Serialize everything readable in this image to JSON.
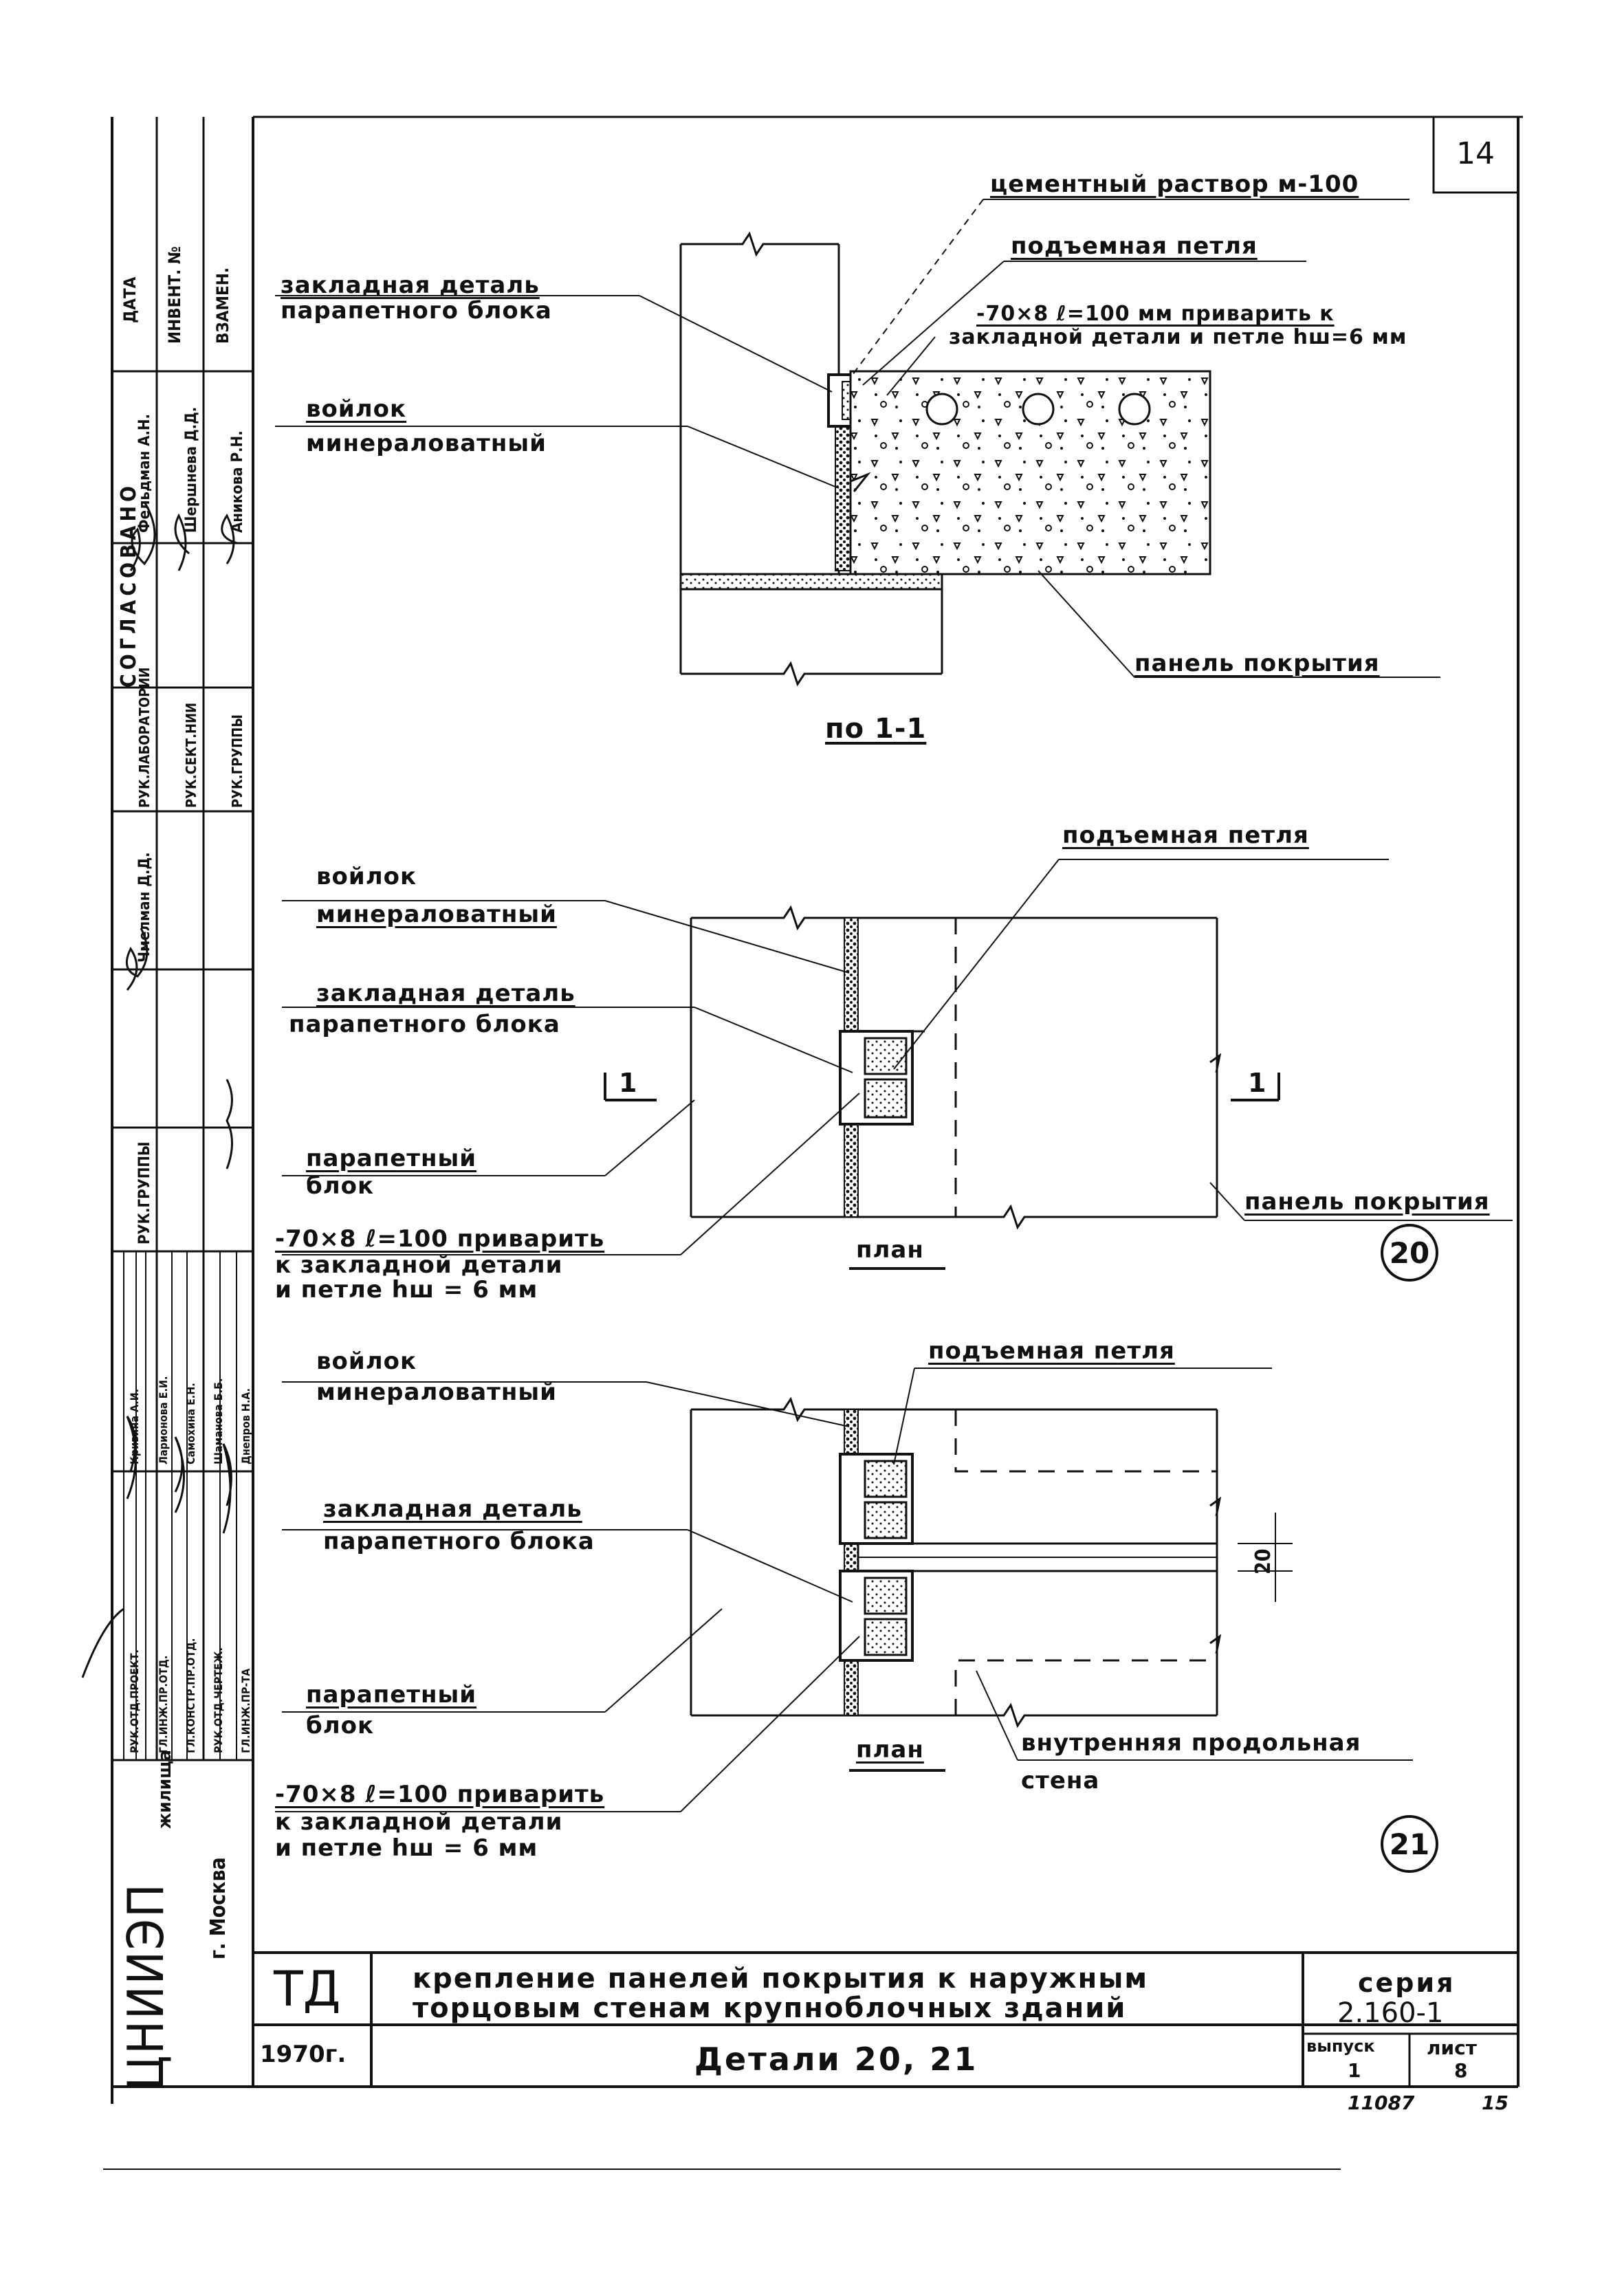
{
  "sheet": {
    "number": "14",
    "footer_code": "11087",
    "footer_page": "15"
  },
  "detail_top": {
    "label_mortar": "цементный раствор м-100",
    "label_loop": "подъемная петля",
    "label_weld_1": "-70×8 ℓ=100 мм приварить к",
    "label_weld_2": "закладной детали и петле hш=6 мм",
    "label_embed_1": "закладная деталь",
    "label_embed_2": "парапетного блока",
    "label_felt_1": "войлок",
    "label_felt_2": "минераловатный",
    "label_panel": "панель покрытия",
    "caption": "по 1-1"
  },
  "detail_20": {
    "label_felt_1": "войлок",
    "label_felt_2": "минераловатный",
    "label_loop": "подъемная петля",
    "label_embed_1": "закладная деталь",
    "label_embed_2": "парапетного блока",
    "section_left": "1",
    "section_right": "1",
    "label_block_1": "парапетный",
    "label_block_2": "блок",
    "label_panel": "панель покрытия",
    "label_weld_1": "-70×8 ℓ=100 приварить",
    "label_weld_2": "к закладной детали",
    "label_weld_3": "и петле hш = 6 мм",
    "caption": "план",
    "marker": "20"
  },
  "detail_21": {
    "label_felt_1": "войлок",
    "label_felt_2": "минераловатный",
    "label_loop": "подъемная петля",
    "label_embed_1": "закладная деталь",
    "label_embed_2": "парапетного блока",
    "dim": "20",
    "label_block_1": "парапетный",
    "label_block_2": "блок",
    "caption": "план",
    "label_wall_1": "внутренняя продольная",
    "label_wall_2": "стена",
    "label_weld_1": "-70×8 ℓ=100 приварить",
    "label_weld_2": "к закладной детали",
    "label_weld_3": "и петле hш = 6 мм",
    "marker": "21"
  },
  "title_block": {
    "code": "ТД",
    "year": "1970г.",
    "title_1": "крепление панелей покрытия к наружным",
    "title_2": "торцовым стенам крупноблочных зданий",
    "subtitle": "Детали 20, 21",
    "series_label": "серия",
    "series_value": "2.160-1",
    "issue_label": "выпуск",
    "issue_value": "1",
    "sheet_label": "лист",
    "sheet_value": "8"
  },
  "side_stamp": {
    "org": "ЦНИИЭП",
    "org_suffix": "жилища",
    "city": "г. Москва",
    "approved": "СОГЛАСОВАНО",
    "date": "ДАТА",
    "invent": "ИНВЕНТ. №",
    "replace": "ВЗАМЕН.",
    "role_1": "РУК.ОТД.ПРОЕКТ.",
    "role_2": "ГЛ.ИНЖ.ПР.ОТД.",
    "role_3": "ГЛ.КОНСТР.ПР.ОТД.",
    "role_4": "РУК.ОТД.ЧЕРТЕЖ.",
    "role_5": "ГЛ.ИНЖ.ПР-ТА",
    "name_1": "Кривина А.И.",
    "name_2": "Ларионова Е.И.",
    "name_3": "Самохина Е.Н.",
    "name_4": "Шаманова Б.Б.",
    "name_5": "Днепров Н.А.",
    "role_6": "РУК.ГРУППЫ",
    "name_6": "Чмелман Д.Д.",
    "role_7": "РУК.ЛАБОРАТОРИИ",
    "role_8": "РУК.СЕКТ.НИИ",
    "role_9": "РУК.ГРУППЫ",
    "name_7": "Фельдман А.Н.",
    "name_8": "Шершнева Д.Д.",
    "name_9": "Аникова Р.Н."
  }
}
